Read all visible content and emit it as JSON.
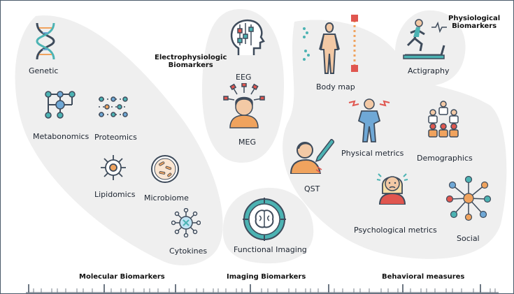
{
  "groups": {
    "molecular": "Molecular Biomarkers",
    "electro_l1": "Electrophysiologic",
    "electro_l2": "Biomarkers",
    "physio_l1": "Physiological",
    "physio_l2": "Biomarkers",
    "imaging": "Imaging Biomarkers",
    "behavioral": "Behavioral measures"
  },
  "items": {
    "genetic": "Genetic",
    "metabonomics": "Metabonomics",
    "proteomics": "Proteomics",
    "lipidomics": "Lipidomics",
    "microbiome": "Microbiome",
    "cytokines": "Cytokines",
    "eeg": "EEG",
    "meg": "MEG",
    "functional_imaging": "Functional Imaging",
    "body_map": "Body map",
    "actigraphy": "Actigraphy",
    "physical_metrics": "Physical metrics",
    "demographics": "Demographics",
    "qst": "QST",
    "psychological_metrics": "Psychological metrics",
    "social": "Social"
  },
  "colors": {
    "blob": "#efefef",
    "outline": "#3e4b5b",
    "teal": "#4cb3b3",
    "blue": "#6fa8d6",
    "orange": "#f0a35e",
    "red": "#e0564f",
    "skin": "#f3c9a5"
  }
}
